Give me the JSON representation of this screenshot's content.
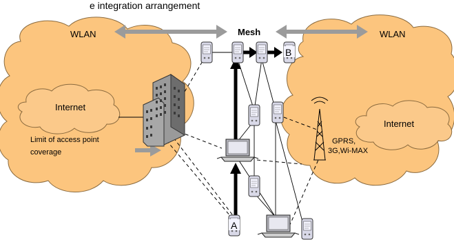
{
  "caption": "e integration arrangement",
  "labels": {
    "wlan_left": "WLAN",
    "wlan_right": "WLAN",
    "mesh": "Mesh",
    "internet_left": "Internet",
    "internet_right": "Internet",
    "coverage_line1": "Limit of access point",
    "coverage_line2": "coverage",
    "cell_line1": "GPRS,",
    "cell_line2": "3G,Wi-MAX",
    "node_a": "A",
    "node_b": "B"
  },
  "colors": {
    "cloud_fill": "#fcc57e",
    "cloud_stroke": "#8a6a3e",
    "internet_fill": "#fbc98a",
    "arrow_gray": "#9b9b9b",
    "arrow_black": "#000000",
    "building": "#8c8c8c",
    "tower": "#000000"
  },
  "icons": {
    "pda": "pda-icon",
    "laptop": "laptop-icon",
    "building": "office-building-icon",
    "tower": "radio-tower-icon"
  }
}
